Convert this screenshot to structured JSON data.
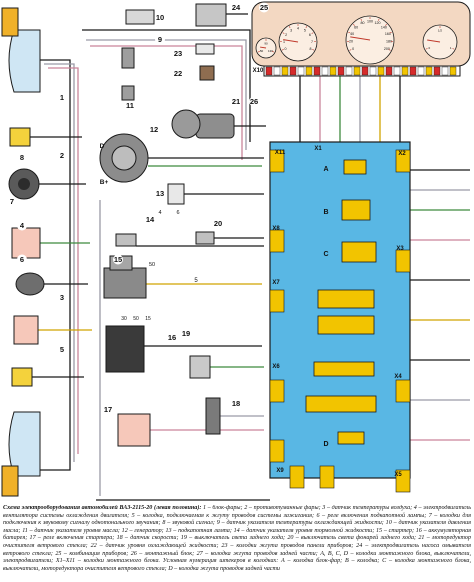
{
  "diagram": {
    "component_numbers": [
      "1",
      "2",
      "3",
      "4",
      "5",
      "6",
      "7",
      "8",
      "9",
      "10",
      "11",
      "12",
      "13",
      "14",
      "15",
      "16",
      "17",
      "18",
      "19",
      "20",
      "21",
      "22",
      "23",
      "24",
      "25",
      "26"
    ],
    "mount_block_letters": [
      "A",
      "B",
      "C",
      "D"
    ],
    "connector_labels": [
      "X1",
      "X2",
      "X3",
      "X4",
      "X5",
      "X6",
      "X7",
      "X8",
      "X9",
      "X10",
      "X11"
    ],
    "generator_terminals": {
      "d": "D",
      "b_plus": "B+"
    },
    "relay_pin": "5",
    "starter_terminal": "50",
    "ignition_pins": [
      "30",
      "50",
      "15"
    ],
    "coil_pins": {
      "left": "4",
      "right": "6"
    },
    "gauges": {
      "speedometer_scale": [
        "0",
        "20",
        "40",
        "60",
        "80",
        "100",
        "120",
        "140",
        "160",
        "180",
        "200"
      ],
      "tachometer_scale": [
        "0",
        "1",
        "2",
        "3",
        "4",
        "5",
        "6",
        "7",
        "8"
      ],
      "fuel_scale": [
        "0",
        "1/2",
        "1"
      ],
      "temp_scale": [
        "50",
        "90",
        "130"
      ]
    },
    "colors": {
      "wire": "#1a1a1a",
      "wire_grey": "#9a9aa6",
      "wire_pink": "#c9859a",
      "wire_green": "#3e8a3e",
      "wire_yellow": "#d1a300",
      "mount_block": "#59b7e4",
      "cluster_body": "#f3d8c2",
      "connector": "#f2c400",
      "label_bg": "#ffffff"
    }
  },
  "caption": {
    "title": "Схема электрооборудования автомобилей ВАЗ-2115-20 (левая половина):",
    "text": "1 – блок-фары; 2 – противотуманные фары; 3 – датчик температуры воздуха; 4 – электродвигатель вентилятора системы охлаждения двигателя; 5 – колодка, подключаемая к жгуту проводов системы зажигания; 6 – реле включения подкапотной лампы; 7 – колодки для подключения к звуковому сигналу однотонального звучания; 8 – звуковой сигнал; 9 – датчик указателя температуры охлаждающей жидкости; 10 – датчик указателя давления масла; 11 – датчик указателя уровня масла; 12 – генератор; 13 – подкапотная лампа; 14 – датчик указателя уровня тормозной жидкости; 15 – стартер; 16 – аккумуляторная батарея; 17 – реле включения стартера; 18 – датчик скорости; 19 – выключатель света заднего хода; 20 – выключатель света фонарей заднего хода; 21 – моторедуктор очистителя ветрового стекла; 22 – датчик уровня охлаждающей жидкости; 23 – колодки жгута проводов панели приборов; 24 – электродвигатель насоса омывателя ветрового стекла; 25 – комбинация приборов; 26 – монтажный блок; 27 – колодка жгута проводов задней части; А, В, С, D – колодки монтажного блока, выключатели, электродвигатели; X1–X11 – колодки монтажного блока. Условная нумерация штекеров в колодках: А – колодка блок-фар; В – колодка; С – колодка монтажного блока, выключатели, моторедуктора очистителя ветрового стекла; D – колодка жгута проводов задней части"
  }
}
